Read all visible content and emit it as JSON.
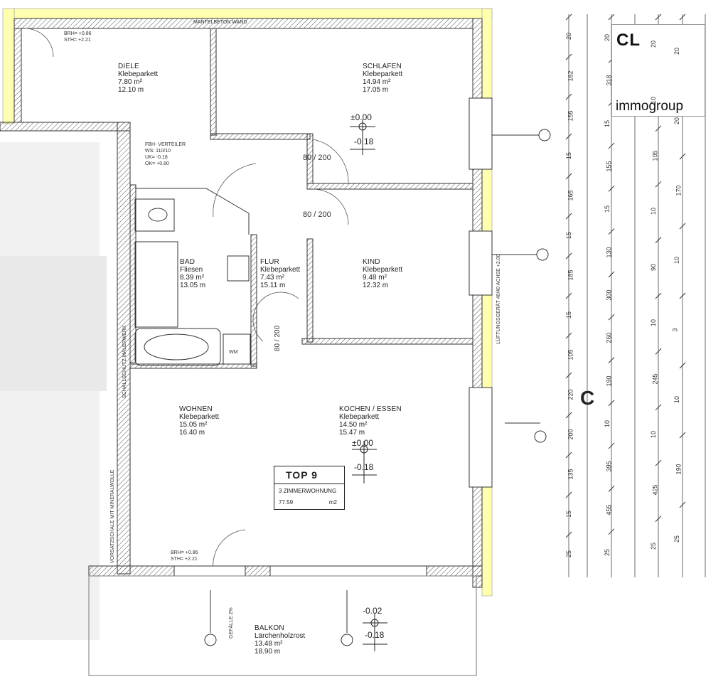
{
  "plan": {
    "top_label": "TOP 9",
    "apartment_type": "3 ZIMMERWOHNUNG",
    "area_value": "77.59",
    "area_unit": "m2",
    "wall_note": "MANTELBETON WAND",
    "axis_label": "C"
  },
  "logo": {
    "mark": "CL",
    "name": "immogroup"
  },
  "rooms": [
    {
      "name": "DIELE",
      "floor": "Klebeparkett",
      "area": "7.80 m²",
      "perimeter": "12.10 m"
    },
    {
      "name": "SCHLAFEN",
      "floor": "Klebeparkett",
      "area": "14.94 m²",
      "perimeter": "17.05 m"
    },
    {
      "name": "BAD",
      "floor": "Fliesen",
      "area": "8.39 m²",
      "perimeter": "13.05 m"
    },
    {
      "name": "FLUR",
      "floor": "Klebeparkett",
      "area": "7.43 m²",
      "perimeter": "15.11 m"
    },
    {
      "name": "KIND",
      "floor": "Klebeparkett",
      "area": "9.48 m²",
      "perimeter": "12.32 m"
    },
    {
      "name": "WOHNEN",
      "floor": "Klebeparkett",
      "area": "15.05 m²",
      "perimeter": "16.40 m"
    },
    {
      "name": "KOCHEN / ESSEN",
      "floor": "Klebeparkett",
      "area": "14.50 m²",
      "perimeter": "15.47 m"
    },
    {
      "name": "BALKON",
      "floor": "Lärchenholzrost",
      "area": "13.48 m²",
      "perimeter": "18.90 m"
    }
  ],
  "levels": {
    "schlafen_a": "±0.00",
    "schlafen_b": "-0.18",
    "kochen_a": "±0.00",
    "kochen_b": "-0.18",
    "balkon_a": "-0.02",
    "balkon_b": "-0.18"
  },
  "notes": {
    "verteiler_1": "FBH- VERTEILER",
    "verteiler_2": "WS: 110/10",
    "verteiler_3": "UK= -0.18",
    "verteiler_4": "OK= +0.80",
    "wohnen_brh": "BRH= +0.86",
    "wohnen_sth": "STH= +2.21",
    "diele_brh": "BRH= +0.86",
    "diele_sth": "STH= +2.21",
    "balkon_gefaelle": "GEFÄLLE 2%",
    "schallschutz": "SCHALLSCHUTZ MALERWERK",
    "vorsatz": "VORSATZSCHALE MIT MINERALWOLLE",
    "lueftung": "LÜFTUNGSGERÄT 40/40 ACHSE +2.00",
    "wm": "WM",
    "door_80_200a": "80 / 200",
    "door_80_200b": "80 / 200",
    "door_80_200c": "80 / 200"
  },
  "dims_right": [
    "20",
    "162",
    "155",
    "15",
    "165",
    "15",
    "185",
    "15",
    "105",
    "220",
    "200",
    "135",
    "15",
    "25"
  ],
  "dims_col2": [
    "20",
    "318",
    "15",
    "155",
    "15",
    "130",
    "300",
    "260",
    "190",
    "10",
    "395",
    "455",
    "25"
  ],
  "dims_col3": [
    "20",
    "10",
    "105",
    "10",
    "90",
    "10",
    "245",
    "10",
    "425",
    "25"
  ],
  "dims_col4": [
    "20",
    "20",
    "170",
    "10",
    "3",
    "10",
    "190",
    "25"
  ]
}
